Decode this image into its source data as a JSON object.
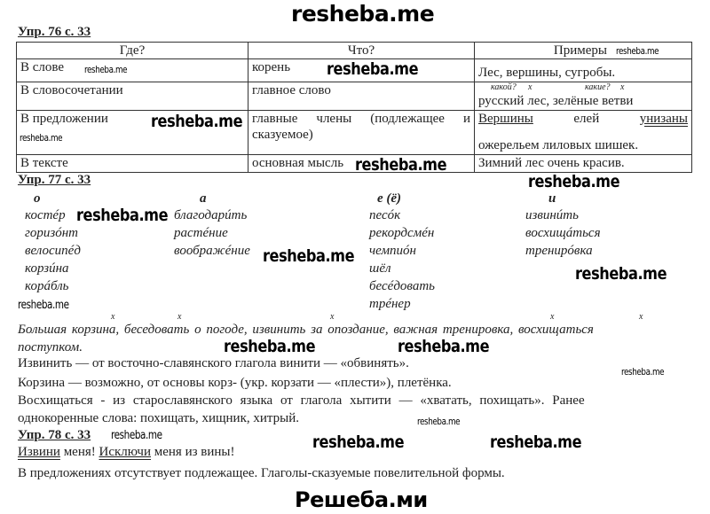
{
  "watermarks": {
    "site": "resheba.me",
    "footer": "Решеба.ми"
  },
  "ex76": {
    "title": "Упр. 76 с. 33",
    "headers": [
      "Где?",
      "Что?",
      "Примеры"
    ],
    "rows": [
      {
        "where": "В слове",
        "what": "корень",
        "example": "Лес, вершины, сугробы."
      },
      {
        "where": "В словосочетании",
        "what": "главное слово",
        "example_q1": "какой?",
        "example_q2": "какие?",
        "example_x": "x",
        "example": "русский лес,  зелёные ветви"
      },
      {
        "where": "В предложении",
        "what": "главные члены (подлежащее и сказуемое)",
        "example_w1": "Вершины",
        "example_w2": "елей",
        "example_w3": "унизаны",
        "example": "ожерельем лиловых шишек."
      },
      {
        "where": "В тексте",
        "what": "основная мысль",
        "example": "Зимний лес очень красив."
      }
    ]
  },
  "ex77": {
    "title": "Упр. 77 с. 33",
    "columns": [
      {
        "head": "о",
        "words": [
          "костéр",
          "горизóнт",
          "велосипéд",
          "корзúна",
          "корáбль"
        ]
      },
      {
        "head": "а",
        "words": [
          "благодарúть",
          "растéние",
          "воображéние"
        ]
      },
      {
        "head": "е (ё)",
        "words": [
          "песóк",
          "рекордсмéн",
          "чемпиóн",
          "шёл",
          "бесéдовать",
          "трéнер"
        ]
      },
      {
        "head": "и",
        "words": [
          "извинúть",
          "восхищáться",
          "тренирóвка"
        ]
      }
    ],
    "x_mark": "x",
    "sentence_1": "Большая корзина, беседовать о погоде, извинить за опоздание, важная тренировка, восхищаться",
    "sentence_2": "поступком.",
    "note_1": "Извинить — от восточно-славянского глагола винити — «обвинять».",
    "note_2": "Корзина — возможно, от основы корз- (укр. корзати — «плести»), плетёнка.",
    "note_3a": "Восхищаться - из старославянского языка от глагола хытити — «хватать, похищать». Ранее",
    "note_3b": "однокоренные слова: похищать, хищник, хитрый."
  },
  "ex78": {
    "title": "Упр. 78 с. 33",
    "w1": "Извини",
    "t1": " меня! ",
    "w2": "Исключи",
    "t2": " меня из вины!",
    "note": "В предложениях отсутствует подлежащее. Глаголы-сказуемые повелительной формы."
  }
}
